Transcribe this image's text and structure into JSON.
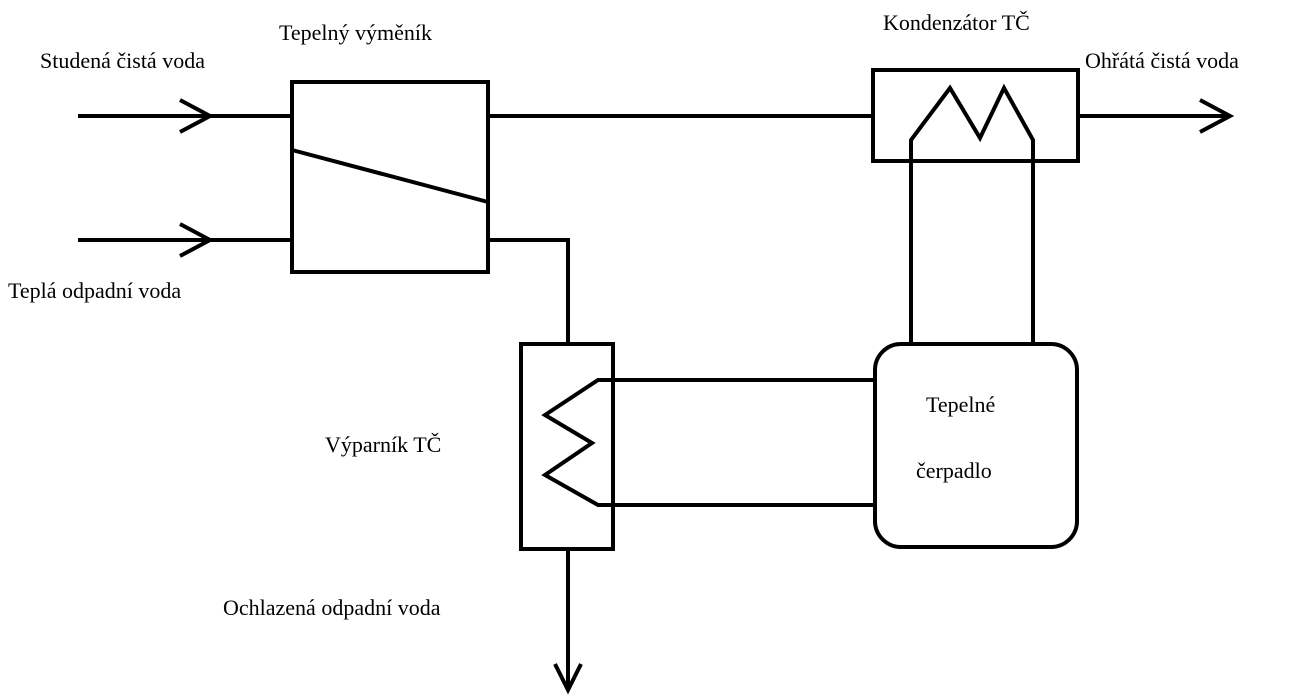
{
  "labels": {
    "cold_clean_water": "Studená čistá voda",
    "warm_waste_water": "Teplá odpadní voda",
    "heat_exchanger": "Tepelný výměník",
    "condenser": "Kondenzátor TČ",
    "heated_clean_water": "Ohřátá čistá voda",
    "evaporator": "Výparník TČ",
    "heat_pump_line1": "Tepelné",
    "heat_pump_line2": "čerpadlo",
    "cooled_waste_water": "Ochlazená odpadní voda"
  },
  "colors": {
    "line": "#000000",
    "background": "#ffffff"
  }
}
